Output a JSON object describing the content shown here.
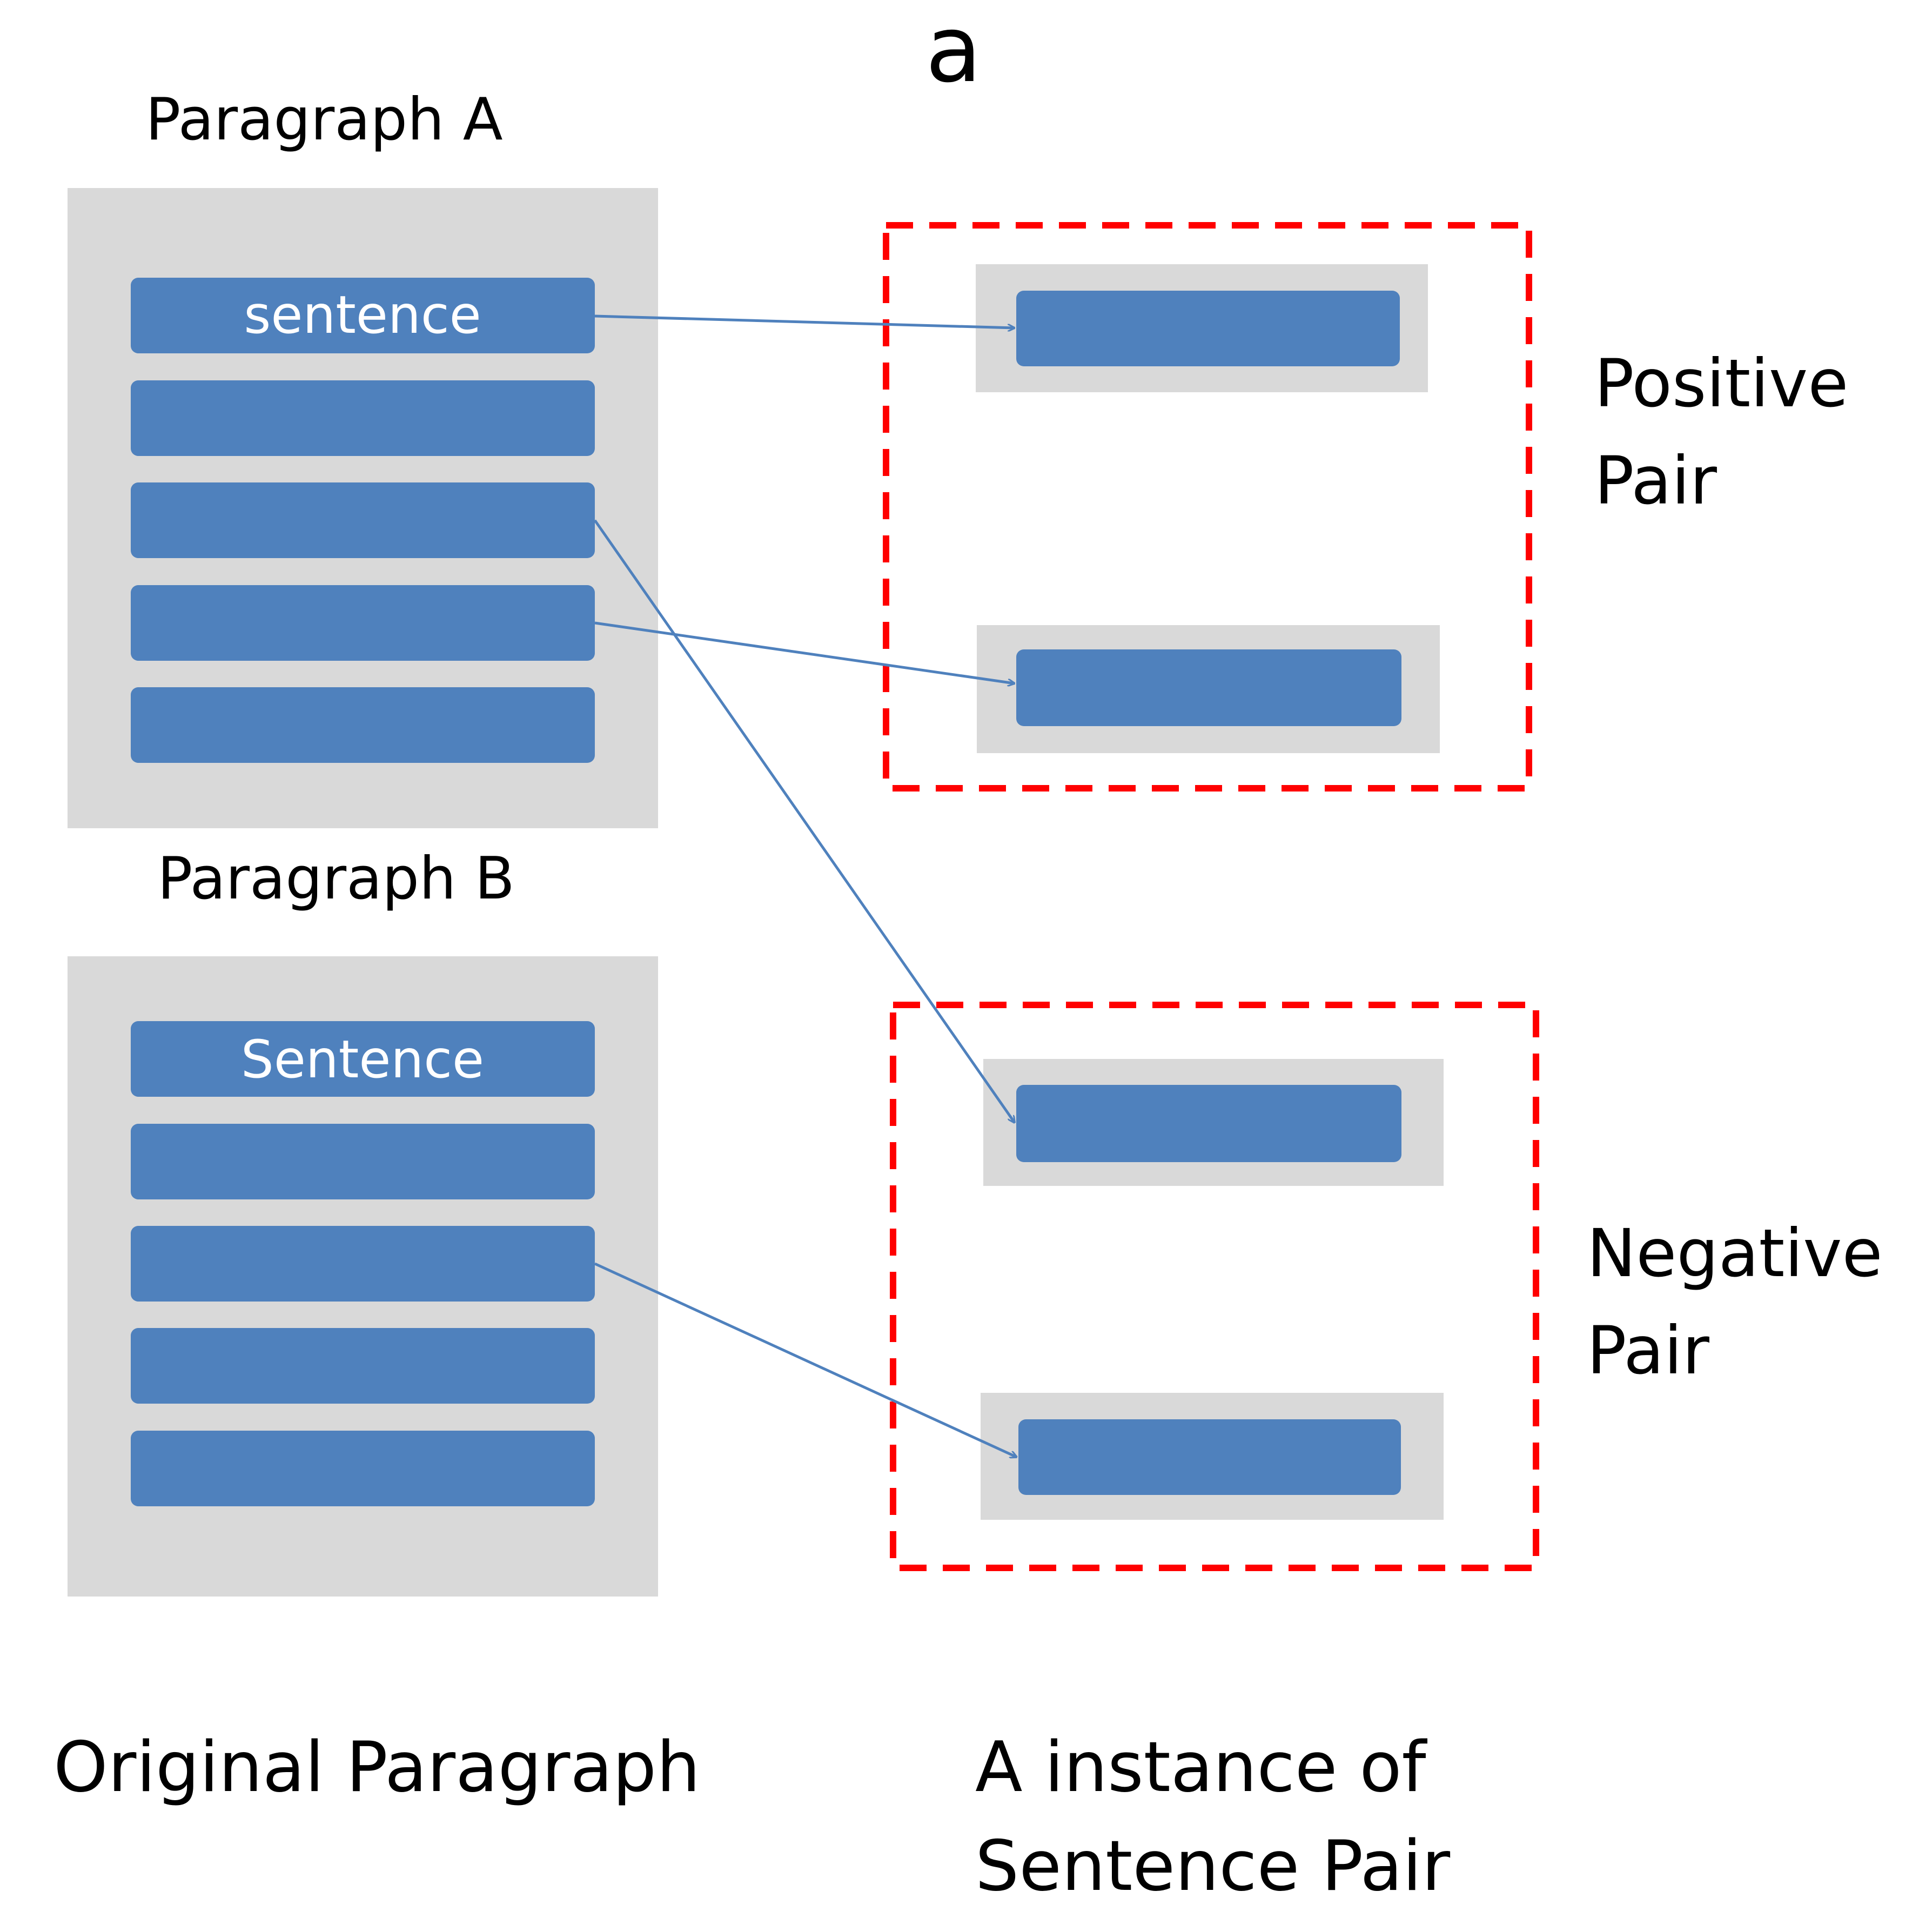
{
  "figure_letter": "a",
  "paragraph_a": {
    "title": "Paragraph A",
    "first_sentence_label": "sentence"
  },
  "paragraph_b": {
    "title": "Paragraph B",
    "first_sentence_label": "Sentence"
  },
  "positive_pair": {
    "line1": "Positive",
    "line2": "Pair"
  },
  "negative_pair": {
    "line1": "Negative",
    "line2": "Pair"
  },
  "footer": {
    "left": "Original Paragraph",
    "right_line1": "A instance of",
    "right_line2": "Sentence Pair"
  },
  "colors": {
    "panel_gray": "#d9d9d9",
    "sentence_blue": "#4f81bd",
    "arrow_blue": "#4f81bd",
    "dashed_red": "#ff0000"
  }
}
